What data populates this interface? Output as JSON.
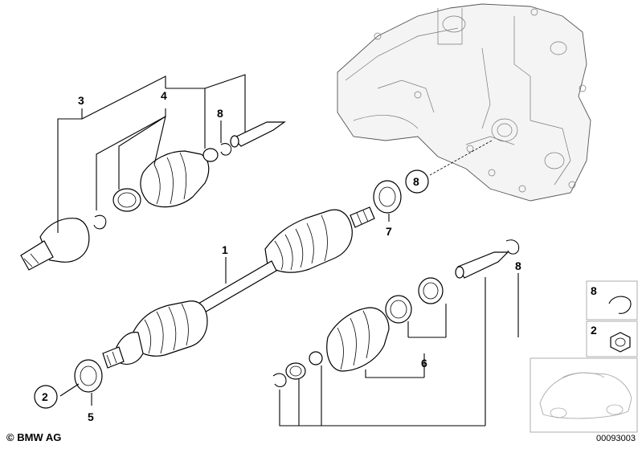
{
  "callouts": {
    "n1": "1",
    "n2": "2",
    "n3": "3",
    "n4": "4",
    "n5": "5",
    "n6": "6",
    "n7": "7",
    "n8a": "8",
    "n8b": "8",
    "n8c": "8"
  },
  "legend": {
    "item1_num": "8",
    "item2_num": "2"
  },
  "footer": {
    "copyright_symbol": "©",
    "brand": "BMW AG",
    "diagram_id": "00093003"
  }
}
